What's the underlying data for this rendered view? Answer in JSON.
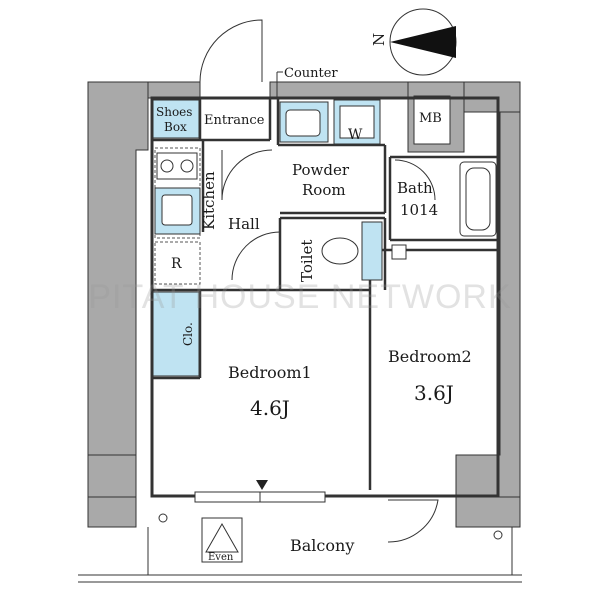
{
  "colors": {
    "wall": "#a9a9a9",
    "line": "#333333",
    "fixture": "#bfe3f2",
    "paper": "#ffffff"
  },
  "compass": {
    "label": "N",
    "icon": "north-arrow-icon"
  },
  "labels": {
    "counter": "Counter",
    "mb": "MB",
    "shoes_1": "Shoes",
    "shoes_2": "Box",
    "entrance": "Entrance",
    "w": "W",
    "kitchen": "Kitchen",
    "hall": "Hall",
    "powder_1": "Powder",
    "powder_2": "Room",
    "bath_1": "Bath",
    "bath_2": "1014",
    "toilet": "Toilet",
    "refrigerator": "R",
    "closet": "Clo.",
    "bedroom1_name": "Bedroom1",
    "bedroom1_size": "4.6J",
    "bedroom2_name": "Bedroom2",
    "bedroom2_size": "3.6J",
    "balcony": "Balcony",
    "even": "Even"
  },
  "watermark": "PITAT HOUSE NETWORK"
}
